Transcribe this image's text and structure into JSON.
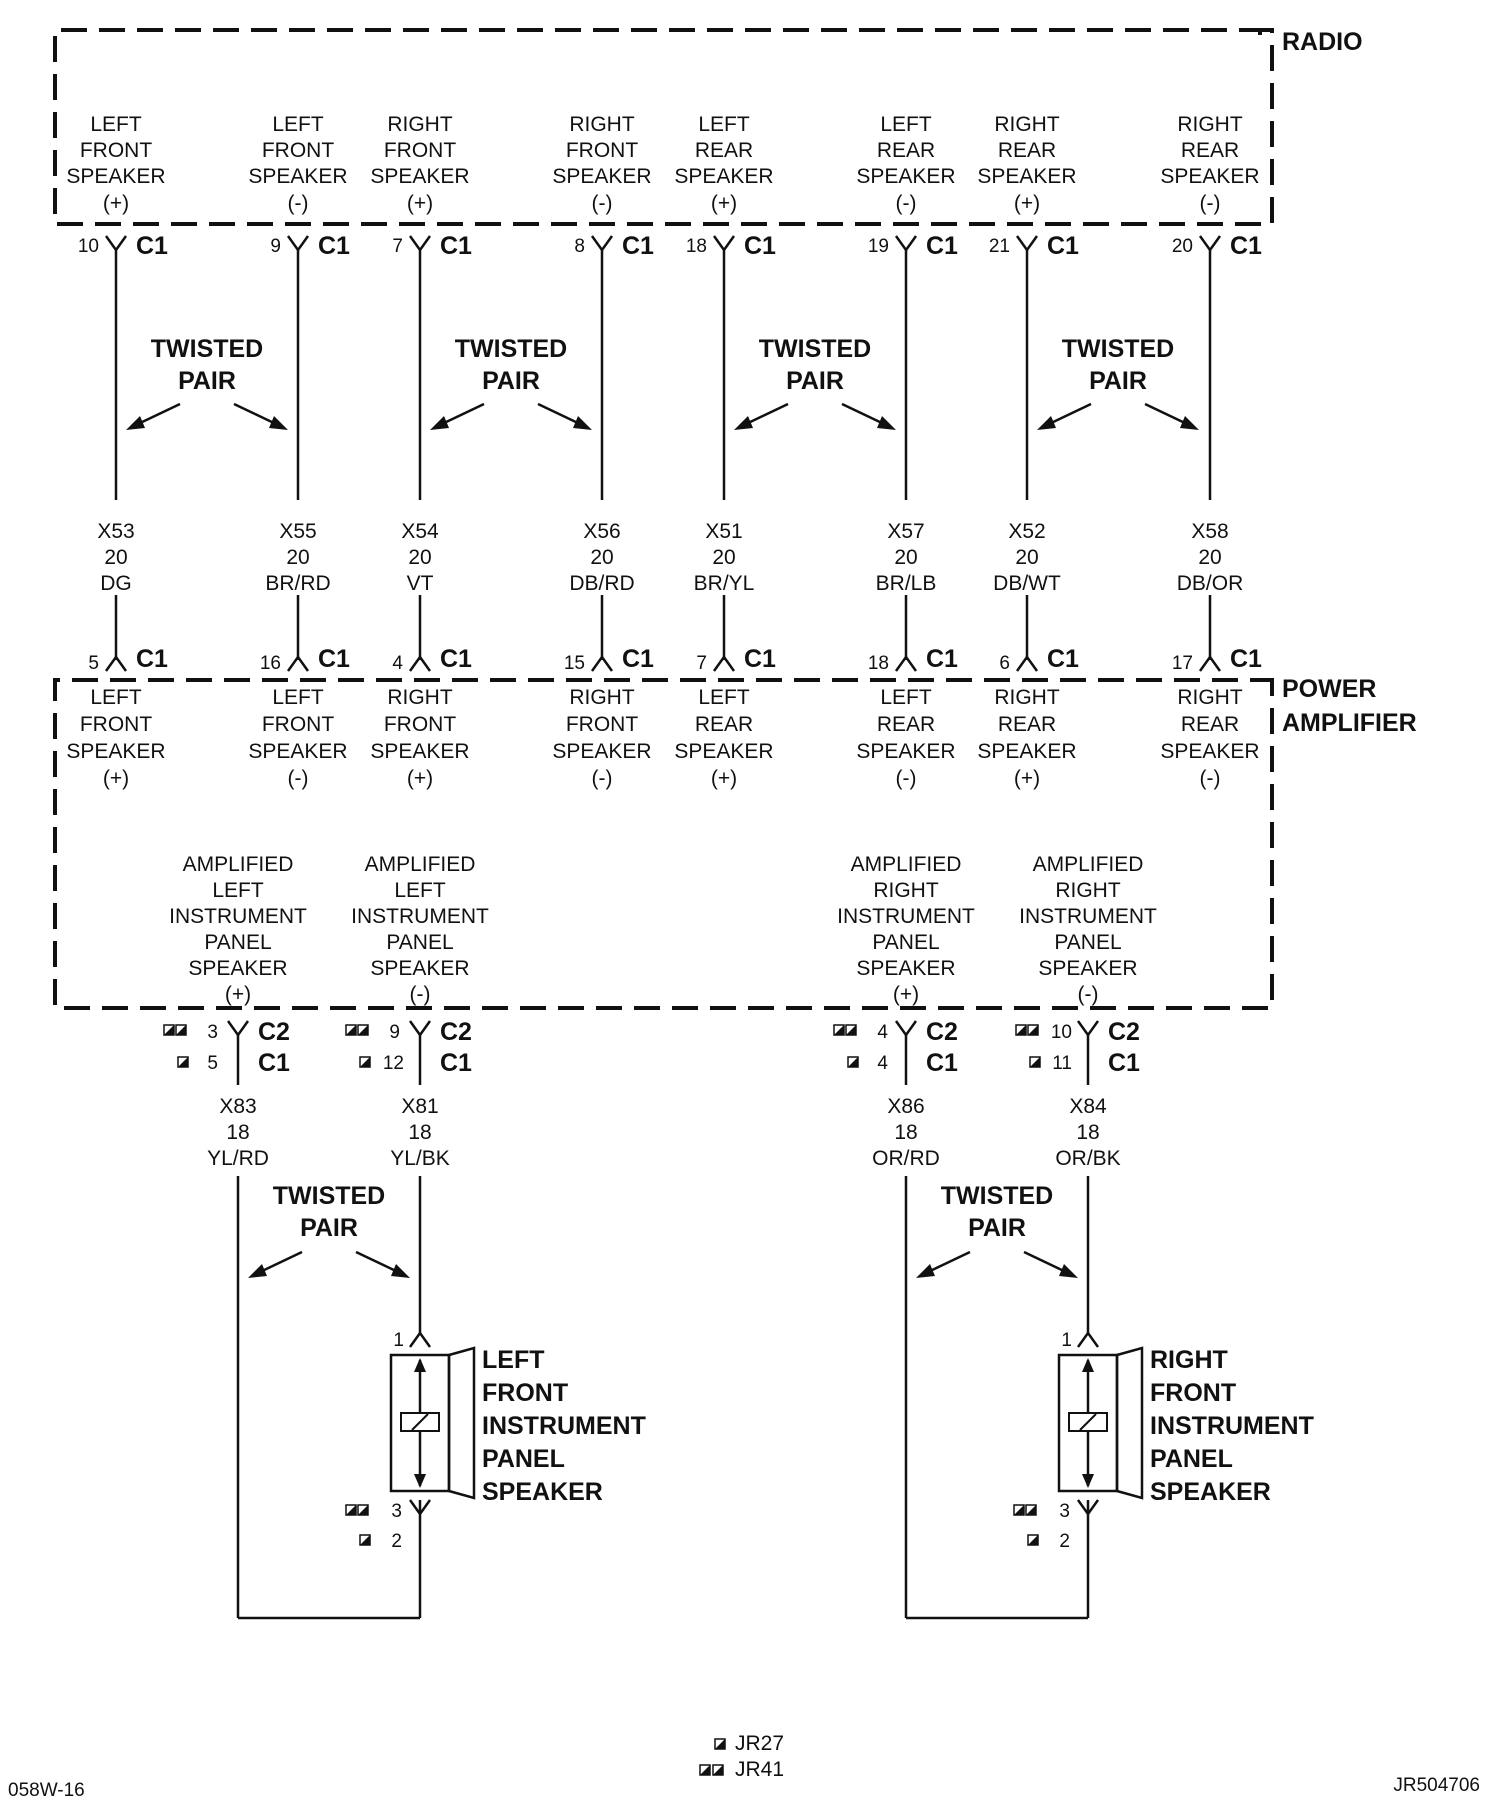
{
  "radio": {
    "label": "RADIO",
    "pins": [
      {
        "l1": "LEFT",
        "l2": "FRONT",
        "l3": "SPEAKER",
        "pol": "(+)",
        "pin": "10",
        "conn": "C1"
      },
      {
        "l1": "LEFT",
        "l2": "FRONT",
        "l3": "SPEAKER",
        "pol": "(-)",
        "pin": "9",
        "conn": "C1"
      },
      {
        "l1": "RIGHT",
        "l2": "FRONT",
        "l3": "SPEAKER",
        "pol": "(+)",
        "pin": "7",
        "conn": "C1"
      },
      {
        "l1": "RIGHT",
        "l2": "FRONT",
        "l3": "SPEAKER",
        "pol": "(-)",
        "pin": "8",
        "conn": "C1"
      },
      {
        "l1": "LEFT",
        "l2": "REAR",
        "l3": "SPEAKER",
        "pol": "(+)",
        "pin": "18",
        "conn": "C1"
      },
      {
        "l1": "LEFT",
        "l2": "REAR",
        "l3": "SPEAKER",
        "pol": "(-)",
        "pin": "19",
        "conn": "C1"
      },
      {
        "l1": "RIGHT",
        "l2": "REAR",
        "l3": "SPEAKER",
        "pol": "(+)",
        "pin": "21",
        "conn": "C1"
      },
      {
        "l1": "RIGHT",
        "l2": "REAR",
        "l3": "SPEAKER",
        "pol": "(-)",
        "pin": "20",
        "conn": "C1"
      }
    ]
  },
  "twisted_pair": {
    "line1": "TWISTED",
    "line2": "PAIR"
  },
  "wires": [
    {
      "circuit": "X53",
      "gauge": "20",
      "color": "DG"
    },
    {
      "circuit": "X55",
      "gauge": "20",
      "color": "BR/RD"
    },
    {
      "circuit": "X54",
      "gauge": "20",
      "color": "VT"
    },
    {
      "circuit": "X56",
      "gauge": "20",
      "color": "DB/RD"
    },
    {
      "circuit": "X51",
      "gauge": "20",
      "color": "BR/YL"
    },
    {
      "circuit": "X57",
      "gauge": "20",
      "color": "BR/LB"
    },
    {
      "circuit": "X52",
      "gauge": "20",
      "color": "DB/WT"
    },
    {
      "circuit": "X58",
      "gauge": "20",
      "color": "DB/OR"
    }
  ],
  "amplifier": {
    "label_line1": "POWER",
    "label_line2": "AMPLIFIER",
    "pins": [
      {
        "l1": "LEFT",
        "l2": "FRONT",
        "l3": "SPEAKER",
        "pol": "(+)",
        "pin": "5",
        "conn": "C1"
      },
      {
        "l1": "LEFT",
        "l2": "FRONT",
        "l3": "SPEAKER",
        "pol": "(-)",
        "pin": "16",
        "conn": "C1"
      },
      {
        "l1": "RIGHT",
        "l2": "FRONT",
        "l3": "SPEAKER",
        "pol": "(+)",
        "pin": "4",
        "conn": "C1"
      },
      {
        "l1": "RIGHT",
        "l2": "FRONT",
        "l3": "SPEAKER",
        "pol": "(-)",
        "pin": "15",
        "conn": "C1"
      },
      {
        "l1": "LEFT",
        "l2": "REAR",
        "l3": "SPEAKER",
        "pol": "(+)",
        "pin": "7",
        "conn": "C1"
      },
      {
        "l1": "LEFT",
        "l2": "REAR",
        "l3": "SPEAKER",
        "pol": "(-)",
        "pin": "18",
        "conn": "C1"
      },
      {
        "l1": "RIGHT",
        "l2": "REAR",
        "l3": "SPEAKER",
        "pol": "(+)",
        "pin": "6",
        "conn": "C1"
      },
      {
        "l1": "RIGHT",
        "l2": "REAR",
        "l3": "SPEAKER",
        "pol": "(-)",
        "pin": "17",
        "conn": "C1"
      }
    ],
    "outputs": [
      {
        "l1": "AMPLIFIED",
        "l2": "LEFT",
        "l3": "INSTRUMENT",
        "l4": "PANEL",
        "l5": "SPEAKER",
        "pol": "(+)",
        "pinA": "3",
        "connA": "C2",
        "pinB": "5",
        "connB": "C1",
        "circuit": "X83",
        "gauge": "18",
        "color": "YL/RD"
      },
      {
        "l1": "AMPLIFIED",
        "l2": "LEFT",
        "l3": "INSTRUMENT",
        "l4": "PANEL",
        "l5": "SPEAKER",
        "pol": "(-)",
        "pinA": "9",
        "connA": "C2",
        "pinB": "12",
        "connB": "C1",
        "circuit": "X81",
        "gauge": "18",
        "color": "YL/BK"
      },
      {
        "l1": "AMPLIFIED",
        "l2": "RIGHT",
        "l3": "INSTRUMENT",
        "l4": "PANEL",
        "l5": "SPEAKER",
        "pol": "(+)",
        "pinA": "4",
        "connA": "C2",
        "pinB": "4",
        "connB": "C1",
        "circuit": "X86",
        "gauge": "18",
        "color": "OR/RD"
      },
      {
        "l1": "AMPLIFIED",
        "l2": "RIGHT",
        "l3": "INSTRUMENT",
        "l4": "PANEL",
        "l5": "SPEAKER",
        "pol": "(-)",
        "pinA": "10",
        "connA": "C2",
        "pinB": "11",
        "connB": "C1",
        "circuit": "X84",
        "gauge": "18",
        "color": "OR/BK"
      }
    ]
  },
  "speakers": [
    {
      "l1": "LEFT",
      "l2": "FRONT",
      "l3": "INSTRUMENT",
      "l4": "PANEL",
      "l5": "SPEAKER",
      "pin_top": "1",
      "pin_a": "3",
      "pin_b": "2"
    },
    {
      "l1": "RIGHT",
      "l2": "FRONT",
      "l3": "INSTRUMENT",
      "l4": "PANEL",
      "l5": "SPEAKER",
      "pin_top": "1",
      "pin_a": "3",
      "pin_b": "2"
    }
  ],
  "legend": {
    "single": "JR27",
    "double": "JR41"
  },
  "footer": {
    "left_code": "058W-16",
    "right_code": "JR504706"
  }
}
